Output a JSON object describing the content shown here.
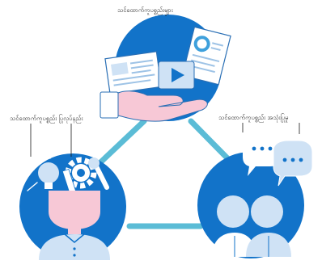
{
  "labels": {
    "top": "သင်ထောက်ကူပစ္စည်းများ",
    "left": "သင်ထောက်ကူပစ္စည်း ပြုလုပ်နည်း",
    "right": "သင်ထောက်ကူပစ္စည်း အသုံးပြုမှု"
  },
  "colors": {
    "circle": "#1273c9",
    "connector": "#5bbcd6",
    "pale_blue": "#cfe2f5",
    "pink": "#f7c8d6"
  }
}
